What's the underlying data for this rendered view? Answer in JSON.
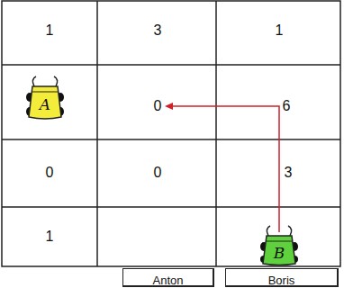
{
  "diagram": {
    "nodes": [
      {
        "text": [
          "Anton"
        ]
      },
      {
        "text": [
          "Boris"
        ]
      }
    ],
    "labels": [
      "1",
      "3",
      "1",
      "A",
      "0",
      "6",
      "0",
      "0",
      "3",
      "1",
      "B"
    ]
  }
}
